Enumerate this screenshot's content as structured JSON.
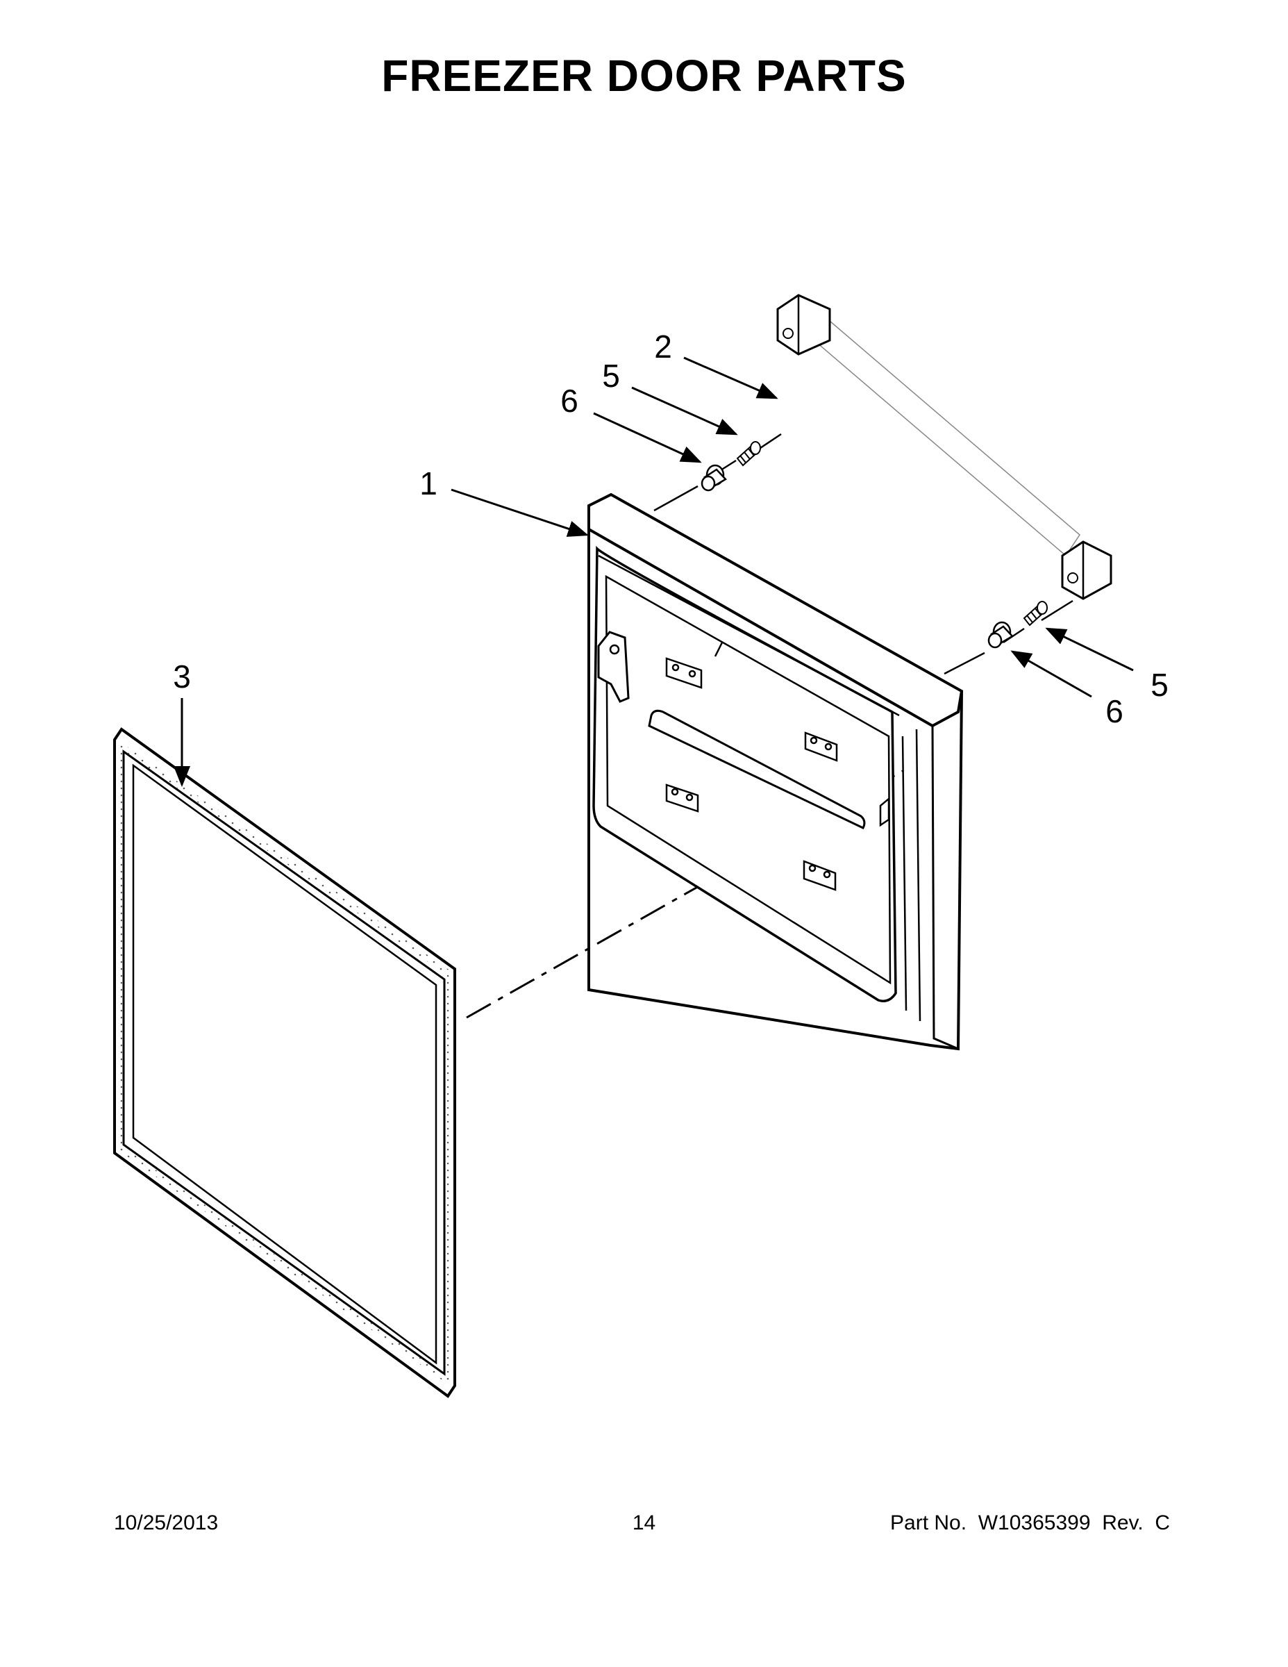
{
  "title": "FREEZER DOOR PARTS",
  "callouts": {
    "door": "1",
    "handle": "2",
    "gasket": "3",
    "screw_upper": "5",
    "screw_lower": "5",
    "spacer_upper": "6",
    "spacer_lower": "6"
  },
  "footer": {
    "date": "10/25/2013",
    "page": "14",
    "part_number": "Part No.  W10365399  Rev.  C"
  }
}
